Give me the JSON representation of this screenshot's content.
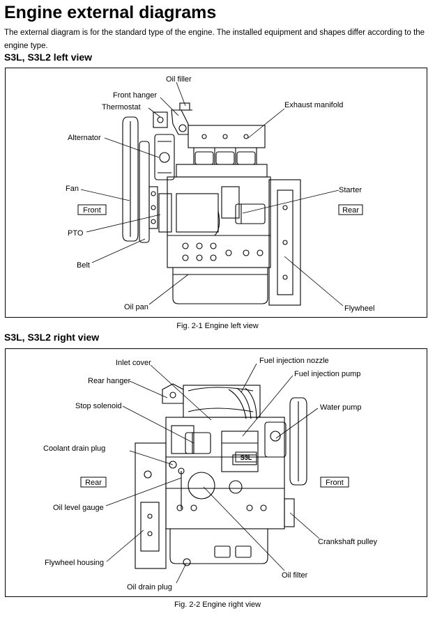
{
  "header": {
    "title": "Engine external diagrams",
    "intro": "The external diagram is for the standard type of the engine. The installed equipment and shapes differ according to the engine type."
  },
  "figure1": {
    "heading": "S3L, S3L2 left view",
    "caption": "Fig. 2-1 Engine left view",
    "front_label": "Front",
    "rear_label": "Rear",
    "labels": {
      "oil_filler": "Oil filler",
      "front_hanger": "Front hanger",
      "thermostat": "Thermostat",
      "exhaust_manifold": "Exhaust manifold",
      "alternator": "Alternator",
      "fan": "Fan",
      "starter": "Starter",
      "pto": "PTO",
      "belt": "Belt",
      "oil_pan": "Oil pan",
      "flywheel": "Flywheel"
    }
  },
  "figure2": {
    "heading": "S3L, S3L2 right view",
    "caption": "Fig. 2-2 Engine right view",
    "front_label": "Front",
    "rear_label": "Rear",
    "engine_badge": "S3L",
    "labels": {
      "inlet_cover": "Inlet cover",
      "fuel_injection_nozzle": "Fuel injection nozzle",
      "rear_hanger": "Rear hanger",
      "fuel_injection_pump": "Fuel injection pump",
      "stop_solenoid": "Stop solenoid",
      "water_pump": "Water pump",
      "coolant_drain_plug": "Coolant drain plug",
      "oil_level_gauge": "Oil level gauge",
      "crankshaft_pulley": "Crankshaft pulley",
      "flywheel_housing": "Flywheel housing",
      "oil_filter": "Oil filter",
      "oil_drain_plug": "Oil drain plug"
    }
  }
}
